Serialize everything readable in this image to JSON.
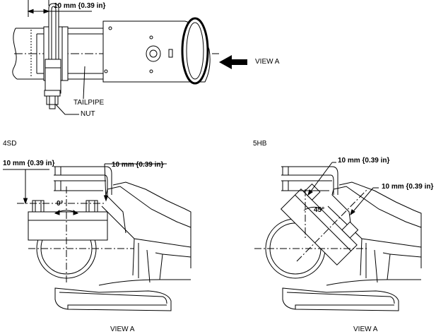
{
  "top": {
    "dimension": "10 mm {0.39 in}",
    "tailpipe": "TAILPIPE",
    "nut": "NUT",
    "view_arrow": "VIEW A"
  },
  "left_view": {
    "model": "4SD",
    "dim_left": "10 mm {0.39 in}",
    "dim_right": "10 mm {0.39 in}",
    "angle": "0°",
    "caption": "VIEW A"
  },
  "right_view": {
    "model": "5HB",
    "dim_1": "10 mm {0.39 in}",
    "dim_2": "10 mm {0.39 in}",
    "angle": "45°",
    "caption": "VIEW A"
  }
}
